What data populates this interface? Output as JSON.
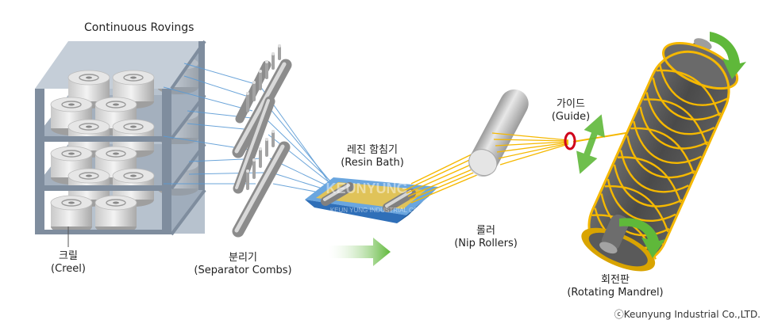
{
  "labels": {
    "rovings": "Continuous Rovings",
    "creel_ko": "크릴",
    "creel_en": "(Creel)",
    "combs_ko": "분리기",
    "combs_en": "(Separator Combs)",
    "bath_ko": "레진 함침기",
    "bath_en": "(Resin Bath)",
    "rollers_ko": "롤러",
    "rollers_en": "(Nip Rollers)",
    "guide_ko": "가이드",
    "guide_en": "(Guide)",
    "mandrel_ko": "회전판",
    "mandrel_en": "(Rotating Mandrel)"
  },
  "watermark": {
    "logo_text": "KEUNYUNG",
    "sub_text": "KEUN YUNG INDUSTRIAL CO., LTD"
  },
  "copyright": "ⓒKeunyung Industrial Co.,LTD.",
  "colors": {
    "frame": "#7f8d9e",
    "fiber_line": "#5b9bd5",
    "resin_fiber": "#f5b800",
    "bath_blue": "#2f6fb8",
    "arrow_green": "#5fb83a",
    "guide_ring": "#d0021b",
    "mandrel_dark": "#5a5a5a"
  }
}
